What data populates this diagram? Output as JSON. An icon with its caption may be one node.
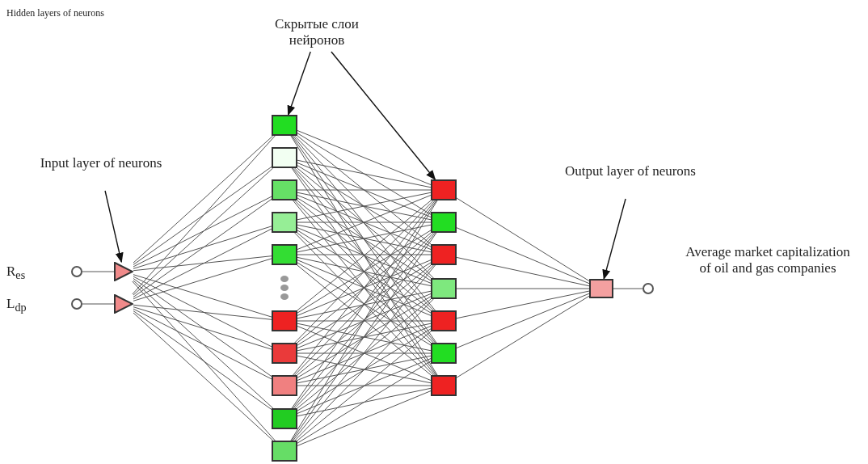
{
  "diagram": {
    "nodes": [
      {
        "text": [
          "Скрытые слои нейронов"
        ]
      },
      {
        "text": [
          "Input layer of neurons"
        ]
      },
      {
        "text": [
          "Output layer of neurons"
        ]
      },
      {
        "text": [],
        "shape": "circle"
      },
      {
        "text": [],
        "shape": "circle"
      },
      {
        "text": [],
        "shape": "triangle"
      },
      {
        "text": [],
        "shape": "triangle"
      },
      {
        "text": [],
        "shape": "box"
      },
      {
        "text": [],
        "shape": "box"
      },
      {
        "text": [],
        "shape": "box"
      },
      {
        "text": [],
        "shape": "box"
      },
      {
        "text": [],
        "shape": "box"
      },
      {
        "text": [],
        "shape": "box"
      },
      {
        "text": [],
        "shape": "box"
      },
      {
        "text": [],
        "shape": "box"
      },
      {
        "text": [],
        "shape": "box"
      },
      {
        "text": [],
        "shape": "box"
      },
      {
        "text": [],
        "shape": "box"
      },
      {
        "text": [],
        "shape": "box"
      },
      {
        "text": [],
        "shape": "box"
      },
      {
        "text": [],
        "shape": "box"
      },
      {
        "text": [],
        "shape": "box"
      },
      {
        "text": [],
        "shape": "box"
      },
      {
        "text": [],
        "shape": "box"
      },
      {
        "text": [],
        "shape": "box"
      },
      {
        "text": [],
        "shape": "circle"
      }
    ],
    "edges": [
      {
        "from": 0,
        "to": 7,
        "arrow": "to"
      },
      {
        "from": 0,
        "to": 17,
        "arrow": "to"
      },
      {
        "from": 1,
        "to": 5,
        "arrow": "to"
      },
      {
        "from": 2,
        "to": 24,
        "arrow": "to"
      },
      {
        "from": 3,
        "to": 5,
        "arrow": "none"
      },
      {
        "from": 4,
        "to": 6,
        "arrow": "none"
      },
      {
        "from": 5,
        "to": 7,
        "arrow": "none"
      },
      {
        "from": 5,
        "to": 8,
        "arrow": "none"
      },
      {
        "from": 5,
        "to": 9,
        "arrow": "none"
      },
      {
        "from": 5,
        "to": 10,
        "arrow": "none"
      },
      {
        "from": 5,
        "to": 11,
        "arrow": "none"
      },
      {
        "from": 5,
        "to": 12,
        "arrow": "none"
      },
      {
        "from": 5,
        "to": 13,
        "arrow": "none"
      },
      {
        "from": 5,
        "to": 14,
        "arrow": "none"
      },
      {
        "from": 5,
        "to": 15,
        "arrow": "none"
      },
      {
        "from": 5,
        "to": 16,
        "arrow": "none"
      },
      {
        "from": 6,
        "to": 7,
        "arrow": "none"
      },
      {
        "from": 6,
        "to": 8,
        "arrow": "none"
      },
      {
        "from": 6,
        "to": 9,
        "arrow": "none"
      },
      {
        "from": 6,
        "to": 10,
        "arrow": "none"
      },
      {
        "from": 6,
        "to": 11,
        "arrow": "none"
      },
      {
        "from": 6,
        "to": 12,
        "arrow": "none"
      },
      {
        "from": 6,
        "to": 13,
        "arrow": "none"
      },
      {
        "from": 6,
        "to": 14,
        "arrow": "none"
      },
      {
        "from": 6,
        "to": 15,
        "arrow": "none"
      },
      {
        "from": 6,
        "to": 16,
        "arrow": "none"
      },
      {
        "from": 7,
        "to": 17,
        "arrow": "none"
      },
      {
        "from": 7,
        "to": 18,
        "arrow": "none"
      },
      {
        "from": 7,
        "to": 19,
        "arrow": "none"
      },
      {
        "from": 7,
        "to": 20,
        "arrow": "none"
      },
      {
        "from": 7,
        "to": 21,
        "arrow": "none"
      },
      {
        "from": 7,
        "to": 22,
        "arrow": "none"
      },
      {
        "from": 7,
        "to": 23,
        "arrow": "none"
      },
      {
        "from": 8,
        "to": 17,
        "arrow": "none"
      },
      {
        "from": 8,
        "to": 18,
        "arrow": "none"
      },
      {
        "from": 8,
        "to": 19,
        "arrow": "none"
      },
      {
        "from": 8,
        "to": 20,
        "arrow": "none"
      },
      {
        "from": 8,
        "to": 21,
        "arrow": "none"
      },
      {
        "from": 8,
        "to": 22,
        "arrow": "none"
      },
      {
        "from": 8,
        "to": 23,
        "arrow": "none"
      },
      {
        "from": 9,
        "to": 17,
        "arrow": "none"
      },
      {
        "from": 9,
        "to": 18,
        "arrow": "none"
      },
      {
        "from": 9,
        "to": 19,
        "arrow": "none"
      },
      {
        "from": 9,
        "to": 20,
        "arrow": "none"
      },
      {
        "from": 9,
        "to": 21,
        "arrow": "none"
      },
      {
        "from": 9,
        "to": 22,
        "arrow": "none"
      },
      {
        "from": 9,
        "to": 23,
        "arrow": "none"
      },
      {
        "from": 10,
        "to": 17,
        "arrow": "none"
      },
      {
        "from": 10,
        "to": 18,
        "arrow": "none"
      },
      {
        "from": 10,
        "to": 19,
        "arrow": "none"
      },
      {
        "from": 10,
        "to": 20,
        "arrow": "none"
      },
      {
        "from": 10,
        "to": 21,
        "arrow": "none"
      },
      {
        "from": 10,
        "to": 22,
        "arrow": "none"
      },
      {
        "from": 10,
        "to": 23,
        "arrow": "none"
      },
      {
        "from": 11,
        "to": 17,
        "arrow": "none"
      },
      {
        "from": 11,
        "to": 18,
        "arrow": "none"
      },
      {
        "from": 11,
        "to": 19,
        "arrow": "none"
      },
      {
        "from": 11,
        "to": 20,
        "arrow": "none"
      },
      {
        "from": 11,
        "to": 21,
        "arrow": "none"
      },
      {
        "from": 11,
        "to": 22,
        "arrow": "none"
      },
      {
        "from": 11,
        "to": 23,
        "arrow": "none"
      },
      {
        "from": 12,
        "to": 17,
        "arrow": "none"
      },
      {
        "from": 12,
        "to": 18,
        "arrow": "none"
      },
      {
        "from": 12,
        "to": 19,
        "arrow": "none"
      },
      {
        "from": 12,
        "to": 20,
        "arrow": "none"
      },
      {
        "from": 12,
        "to": 21,
        "arrow": "none"
      },
      {
        "from": 12,
        "to": 22,
        "arrow": "none"
      },
      {
        "from": 12,
        "to": 23,
        "arrow": "none"
      },
      {
        "from": 13,
        "to": 17,
        "arrow": "none"
      },
      {
        "from": 13,
        "to": 18,
        "arrow": "none"
      },
      {
        "from": 13,
        "to": 19,
        "arrow": "none"
      },
      {
        "from": 13,
        "to": 20,
        "arrow": "none"
      },
      {
        "from": 13,
        "to": 21,
        "arrow": "none"
      },
      {
        "from": 13,
        "to": 22,
        "arrow": "none"
      },
      {
        "from": 13,
        "to": 23,
        "arrow": "none"
      },
      {
        "from": 14,
        "to": 17,
        "arrow": "none"
      },
      {
        "from": 14,
        "to": 18,
        "arrow": "none"
      },
      {
        "from": 14,
        "to": 19,
        "arrow": "none"
      },
      {
        "from": 14,
        "to": 20,
        "arrow": "none"
      },
      {
        "from": 14,
        "to": 21,
        "arrow": "none"
      },
      {
        "from": 14,
        "to": 22,
        "arrow": "none"
      },
      {
        "from": 14,
        "to": 23,
        "arrow": "none"
      },
      {
        "from": 15,
        "to": 17,
        "arrow": "none"
      },
      {
        "from": 15,
        "to": 18,
        "arrow": "none"
      },
      {
        "from": 15,
        "to": 19,
        "arrow": "none"
      },
      {
        "from": 15,
        "to": 20,
        "arrow": "none"
      },
      {
        "from": 15,
        "to": 21,
        "arrow": "none"
      },
      {
        "from": 15,
        "to": 22,
        "arrow": "none"
      },
      {
        "from": 15,
        "to": 23,
        "arrow": "none"
      },
      {
        "from": 16,
        "to": 17,
        "arrow": "none"
      },
      {
        "from": 16,
        "to": 18,
        "arrow": "none"
      },
      {
        "from": 16,
        "to": 19,
        "arrow": "none"
      },
      {
        "from": 16,
        "to": 20,
        "arrow": "none"
      },
      {
        "from": 16,
        "to": 21,
        "arrow": "none"
      },
      {
        "from": 16,
        "to": 22,
        "arrow": "none"
      },
      {
        "from": 16,
        "to": 23,
        "arrow": "none"
      },
      {
        "from": 17,
        "to": 24,
        "arrow": "none"
      },
      {
        "from": 18,
        "to": 24,
        "arrow": "none"
      },
      {
        "from": 19,
        "to": 24,
        "arrow": "none"
      },
      {
        "from": 20,
        "to": 24,
        "arrow": "none"
      },
      {
        "from": 21,
        "to": 24,
        "arrow": "none"
      },
      {
        "from": 22,
        "to": 24,
        "arrow": "none"
      },
      {
        "from": 23,
        "to": 24,
        "arrow": "none"
      },
      {
        "from": 24,
        "to": 25,
        "arrow": "none"
      }
    ],
    "labels": [
      "Hidden layers of neurons",
      "R$_{es}$",
      "L$_{dp}$",
      "Average market capitalization of oil and gas companies"
    ]
  }
}
